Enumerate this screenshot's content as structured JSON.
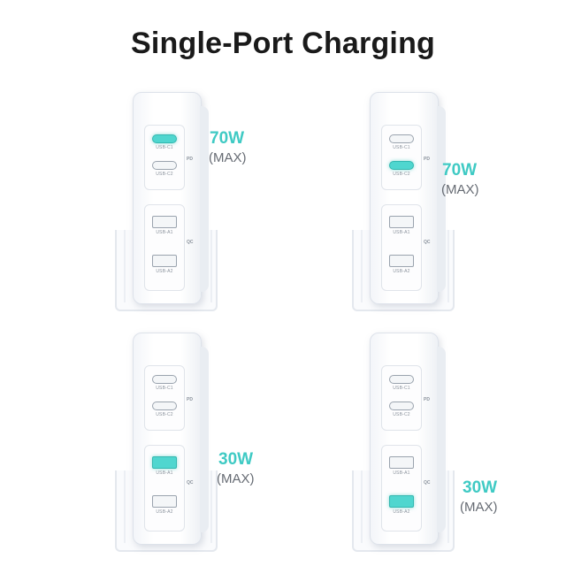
{
  "title": "Single-Port Charging",
  "accent_color": "#3fcac4",
  "group_labels": {
    "pd": "PD",
    "qc": "QC"
  },
  "panels": [
    {
      "active_port": "USB-C1",
      "power": "70W",
      "note": "(MAX)",
      "ports": {
        "c1": "USB-C1",
        "c2": "USB-C2",
        "a1": "USB-A1",
        "a2": "USB-A2"
      }
    },
    {
      "active_port": "USB-C2",
      "power": "70W",
      "note": "(MAX)",
      "ports": {
        "c1": "USB-C1",
        "c2": "USB-C2",
        "a1": "USB-A1",
        "a2": "USB-A2"
      }
    },
    {
      "active_port": "USB-A1",
      "power": "30W",
      "note": "(MAX)",
      "ports": {
        "c1": "USB-C1",
        "c2": "USB-C2",
        "a1": "USB-A1",
        "a2": "USB-A2"
      }
    },
    {
      "active_port": "USB-A2",
      "power": "30W",
      "note": "(MAX)",
      "ports": {
        "c1": "USB-C1",
        "c2": "USB-C2",
        "a1": "USB-A1",
        "a2": "USB-A2"
      }
    }
  ]
}
